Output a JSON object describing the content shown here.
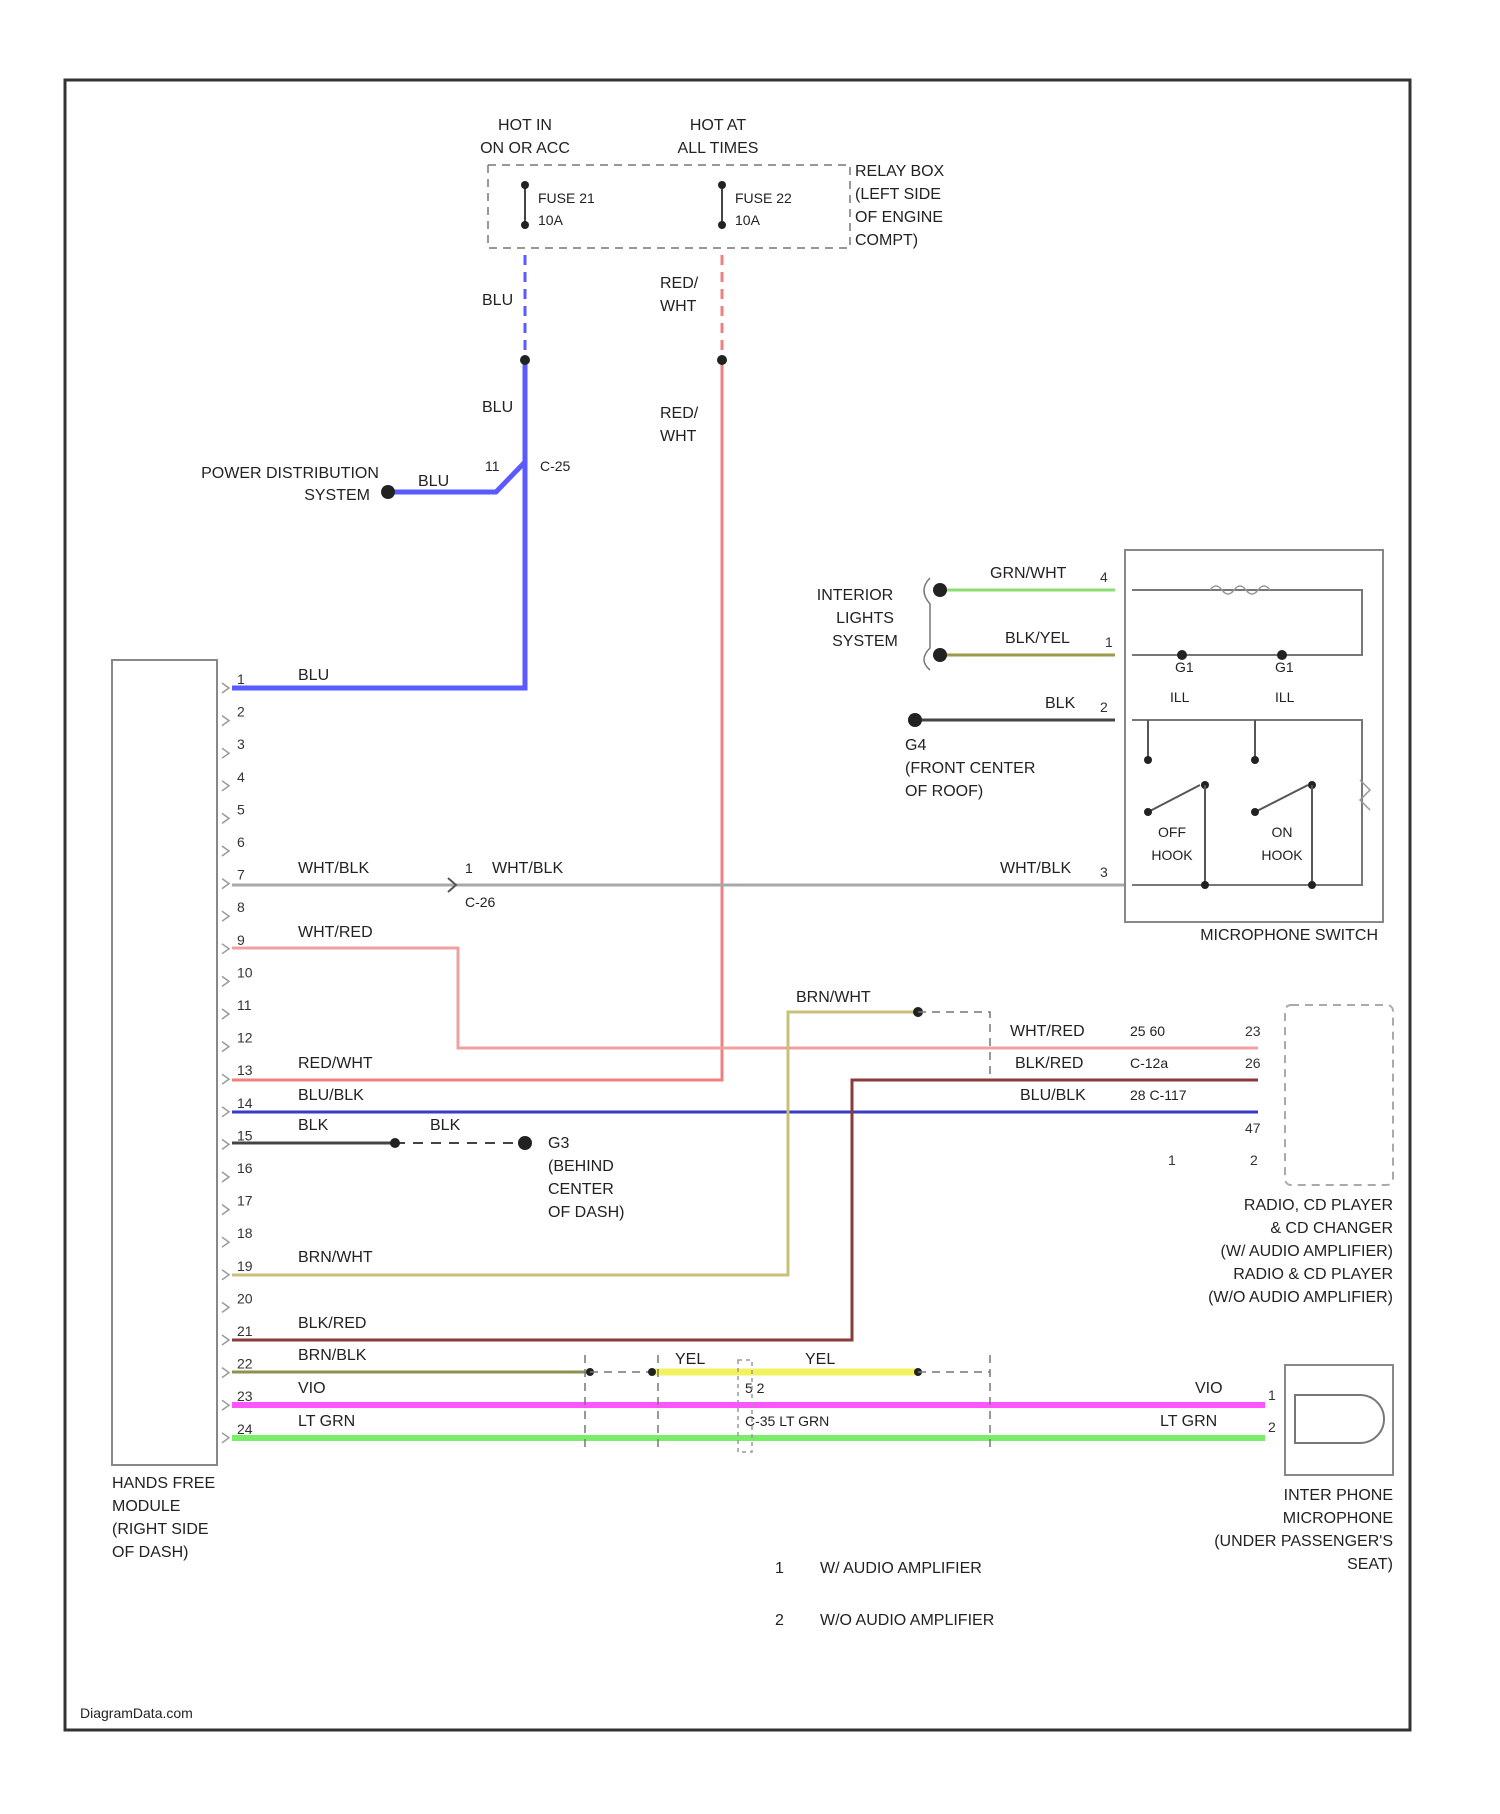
{
  "power": {
    "hot_on_acc": [
      "HOT IN",
      "ON OR ACC"
    ],
    "hot_all_times": [
      "HOT AT",
      "ALL TIMES"
    ],
    "fuse_a": [
      "FUSE 21",
      "10A"
    ],
    "fuse_b": [
      "FUSE 22",
      "10A"
    ],
    "relay_box": [
      "RELAY BOX",
      "(LEFT SIDE",
      "OF ENGINE",
      "COMPT)"
    ]
  },
  "wires": {
    "blu": "BLU",
    "red_wht": [
      "RED/",
      "WHT"
    ],
    "wht_blk": "WHT/BLK",
    "wht_red": "WHT/RED",
    "red_wht_inline": "RED/WHT",
    "blu_blk": "BLU/BLK",
    "blk": "BLK",
    "brn_wht": "BRN/WHT",
    "blk_red": "BLK/RED",
    "brn_blk": "BRN/BLK",
    "vio": "VIO",
    "lt_grn": "LT GRN",
    "yel": "YEL",
    "grn_wht": "GRN/WHT",
    "blk_yel": "BLK/YEL"
  },
  "connectors": {
    "c25_pin": "11",
    "c25": "C-25",
    "c26_pin": "1",
    "c26": "C-26",
    "rad_a": "25  60",
    "rad_b": "C-12a",
    "rad_c": "28  C-117",
    "mic_c1": "5  2",
    "mic_c2": "C-35  LT GRN"
  },
  "components": {
    "power_distribution": [
      "POWER DISTRIBUTION",
      "SYSTEM"
    ],
    "interior_lights": [
      "INTERIOR",
      "LIGHTS",
      "SYSTEM"
    ],
    "g_roof": [
      "G4",
      "(FRONT CENTER",
      "OF ROOF)"
    ],
    "g_dash": [
      "G3",
      "(BEHIND",
      "CENTER",
      "OF DASH)"
    ],
    "microphone_switch": "MICROPHONE SWITCH",
    "off_hook": [
      "OFF",
      "HOOK"
    ],
    "on_hook": [
      "ON",
      "HOOK"
    ],
    "sw_g1": "G1",
    "sw_g2": "G1",
    "sw_ill1": "ILL",
    "sw_ill2": "ILL",
    "radio": [
      "RADIO, CD PLAYER",
      "& CD CHANGER",
      "(W/ AUDIO AMPLIFIER)",
      "RADIO & CD PLAYER",
      "(W/O AUDIO AMPLIFIER)"
    ],
    "hands_free": [
      "HANDS FREE",
      "MODULE",
      "(RIGHT SIDE",
      "OF DASH)"
    ],
    "interphone": [
      "INTER PHONE",
      "MICROPHONE",
      "(UNDER PASSENGER'S",
      "SEAT)"
    ]
  },
  "pins": {
    "hfm": [
      "1",
      "2",
      "3",
      "4",
      "5",
      "6",
      "7",
      "8",
      "9",
      "10",
      "11",
      "12",
      "13",
      "14",
      "15",
      "16",
      "17",
      "18",
      "19",
      "20",
      "21",
      "22",
      "23",
      "24"
    ],
    "mic_sw": [
      "4",
      "1",
      "2",
      "3"
    ],
    "radio": [
      "23",
      "26",
      "47",
      "2"
    ],
    "radio_ghost": "1",
    "interphone": [
      "1",
      "2"
    ]
  },
  "legend": [
    {
      "num": "1",
      "text": "W/ AUDIO AMPLIFIER"
    },
    {
      "num": "2",
      "text": "W/O AUDIO AMPLIFIER"
    }
  ],
  "watermark": "DiagramData.com",
  "colors": {
    "blu": "#5a5aff",
    "red_wht": "#f08080",
    "wht_blk": "#a8a8a8",
    "wht_red": "#f0a0a0",
    "blu_blk": "#3a3ac8",
    "blk": "#444444",
    "brn_wht": "#c8c07a",
    "blk_red": "#8b3a3a",
    "brn_blk": "#8f8f50",
    "vio": "#ff55ff",
    "lt_grn": "#77ee66",
    "yel": "#f2f260",
    "grn_wht": "#8fdc70",
    "blk_yel": "#9a9a4a"
  }
}
